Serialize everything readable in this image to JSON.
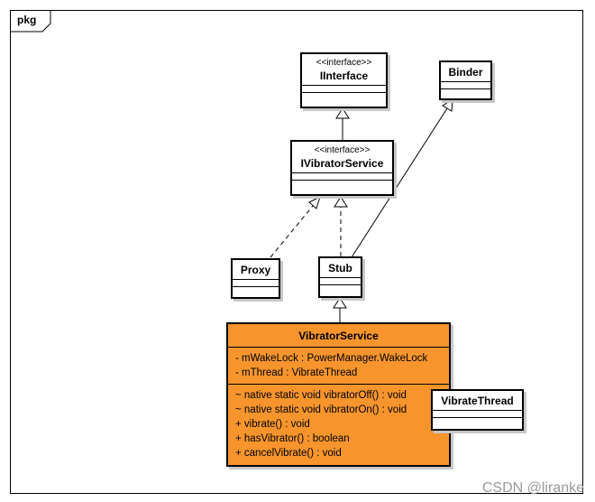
{
  "frame": {
    "label": "pkg"
  },
  "classes": {
    "iinterface": {
      "stereotype": "<<interface>>",
      "name": "IInterface"
    },
    "binder": {
      "name": "Binder"
    },
    "ivibrator": {
      "stereotype": "<<interface>>",
      "name": "IVibratorService"
    },
    "proxy": {
      "name": "Proxy"
    },
    "stub": {
      "name": "Stub"
    },
    "vibrator_service": {
      "name": "VibratorService",
      "attributes": [
        "- mWakeLock : PowerManager.WakeLock",
        "- mThread : VibrateThread"
      ],
      "operations": [
        "~ native static void vibratorOff() : void",
        "~ native static void vibratorOn() : void",
        "+ vibrate() : void",
        "+ hasVibrator() : boolean",
        "+ cancelVibrate() : void"
      ],
      "fill_color": "#f7952c"
    },
    "vibrate_thread": {
      "name": "VibrateThread"
    }
  },
  "relations": [
    {
      "type": "generalization",
      "from": "IVibratorService",
      "to": "IInterface"
    },
    {
      "type": "realization",
      "from": "Proxy",
      "to": "IVibratorService"
    },
    {
      "type": "realization",
      "from": "Stub",
      "to": "IVibratorService"
    },
    {
      "type": "generalization",
      "from": "Stub",
      "to": "Binder"
    },
    {
      "type": "generalization",
      "from": "VibratorService",
      "to": "Stub"
    }
  ],
  "watermark": "CSDN @liranke"
}
